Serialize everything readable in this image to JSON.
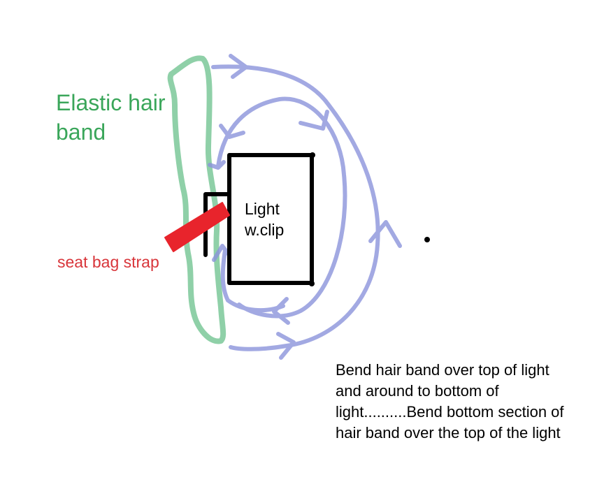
{
  "labels": {
    "elastic_band": "Elastic hair\nband",
    "seat_bag_strap": "seat bag strap",
    "light": "Light\nw.clip",
    "instructions": "Bend hair band over top of light\nand around to bottom of\nlight..........Bend bottom section of\nhair band over the top of the light"
  },
  "colors": {
    "elastic_band": "#8fd0a8",
    "elastic_label": "#3aa65a",
    "strap": "#e8242c",
    "strap_label": "#d8353a",
    "arrows": "#8c94dc",
    "light_outline": "#000000"
  }
}
